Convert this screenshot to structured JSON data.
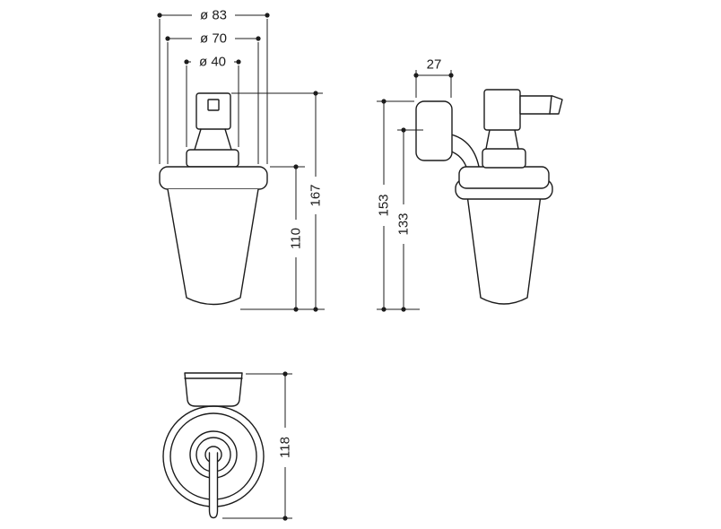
{
  "colors": {
    "line": "#1c1c1c",
    "background": "#ffffff"
  },
  "views": {
    "front": {
      "dia83": "ø 83",
      "dia70": "ø 70",
      "dia40": "ø 40",
      "h167": "167",
      "h110": "110"
    },
    "side": {
      "w27": "27",
      "h153": "153",
      "h133": "133"
    },
    "bottom": {
      "h118": "118"
    }
  }
}
